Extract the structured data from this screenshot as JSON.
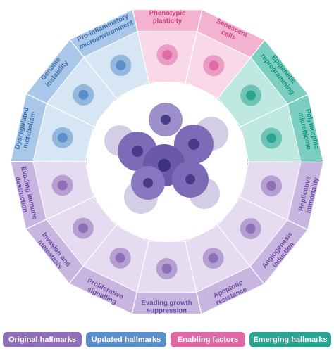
{
  "colors": {
    "original": "#8e6fb8",
    "updated": "#5b8fc9",
    "enabling": "#e06aa6",
    "emerging": "#2ba592",
    "original_text": "#6a4b9e",
    "updated_text": "#3b6ea8",
    "enabling_text": "#d0427d",
    "emerging_text": "#12907f"
  },
  "segments": [
    {
      "key": "senescent-cells",
      "group": "enabling",
      "lines": [
        "Senescent",
        "cells"
      ],
      "icon": "senescent-cell-icon"
    },
    {
      "key": "epigenetic-reprogramming",
      "group": "emerging",
      "lines": [
        "Epigenetic",
        "reprogramming"
      ],
      "icon": "chromatin-icon"
    },
    {
      "key": "polymorphic-microbiome",
      "group": "emerging",
      "lines": [
        "Polymorphic",
        "microbiome"
      ],
      "icon": "microbiome-icon"
    },
    {
      "key": "replicative-immortality",
      "group": "original",
      "lines": [
        "Replicative",
        "immortality"
      ],
      "icon": "dividing-cell-icon"
    },
    {
      "key": "angiogenesis-induction",
      "group": "original",
      "lines": [
        "Angiogenesis",
        "induction"
      ],
      "icon": "blood-vessel-icon"
    },
    {
      "key": "apoptotic-resistance",
      "group": "original",
      "lines": [
        "Apoptotic",
        "resistance"
      ],
      "icon": "apoptotic-cell-icon"
    },
    {
      "key": "evading-growth-suppression",
      "group": "original",
      "lines": [
        "Evading growth",
        "suppression"
      ],
      "icon": "prohibition-icon"
    },
    {
      "key": "proliferative-signalling",
      "group": "original",
      "lines": [
        "Proliferative",
        "signalling"
      ],
      "icon": "dna-icon"
    },
    {
      "key": "invasion-and-metastasis",
      "group": "original",
      "lines": [
        "Invasion and",
        "metastasis"
      ],
      "icon": "migrating-cell-icon"
    },
    {
      "key": "evading-immune-destruction",
      "group": "original",
      "lines": [
        "Evading immune",
        "destruction"
      ],
      "icon": "immune-cell-icon"
    },
    {
      "key": "dysregulated-metabolism",
      "group": "updated",
      "lines": [
        "Dysregulated",
        "metabolism"
      ],
      "icon": "mitochondrion-icon"
    },
    {
      "key": "genome-instability",
      "group": "updated",
      "lines": [
        "Genome",
        "instability"
      ],
      "icon": "broken-dna-icon"
    },
    {
      "key": "pro-inflammatory-microenvironment",
      "group": "updated",
      "lines": [
        "Pro-inflammatory",
        "microenvironment"
      ],
      "icon": "inflamed-cell-icon"
    },
    {
      "key": "phenotypic-plasticity",
      "group": "enabling",
      "lines": [
        "Phenotypic",
        "plasticity"
      ],
      "icon": "spindle-cell-icon"
    }
  ],
  "center_icon": "tumour-cell-cluster-icon",
  "legend": {
    "original": "Original hallmarks",
    "updated": "Updated hallmarks",
    "enabling": "Enabling factors",
    "emerging": "Emerging hallmarks"
  }
}
